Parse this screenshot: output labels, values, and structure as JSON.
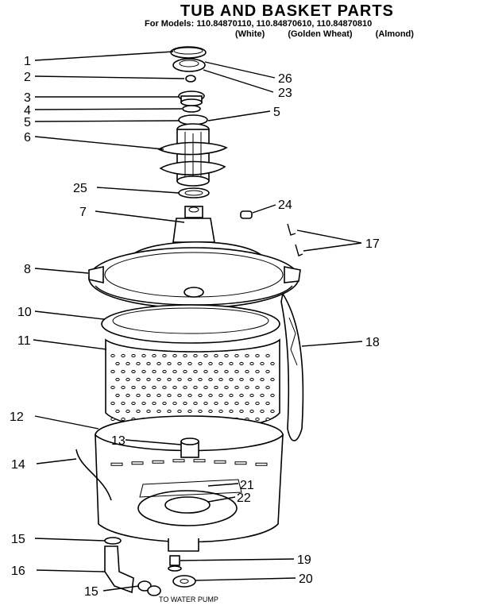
{
  "header": {
    "title": "TUB AND BASKET PARTS",
    "models": "For Models: 110.84870110, 110.84870610, 110.84870810",
    "colors": [
      "(White)",
      "(Golden Wheat)",
      "(Almond)"
    ]
  },
  "callouts": [
    "1",
    "2",
    "3",
    "4",
    "5",
    "5",
    "6",
    "25",
    "7",
    "24",
    "17",
    "8",
    "10",
    "11",
    "18",
    "12",
    "13",
    "14",
    "21",
    "22",
    "15",
    "19",
    "16",
    "20",
    "15",
    "26",
    "23"
  ],
  "note": "TO WATER PUMP"
}
